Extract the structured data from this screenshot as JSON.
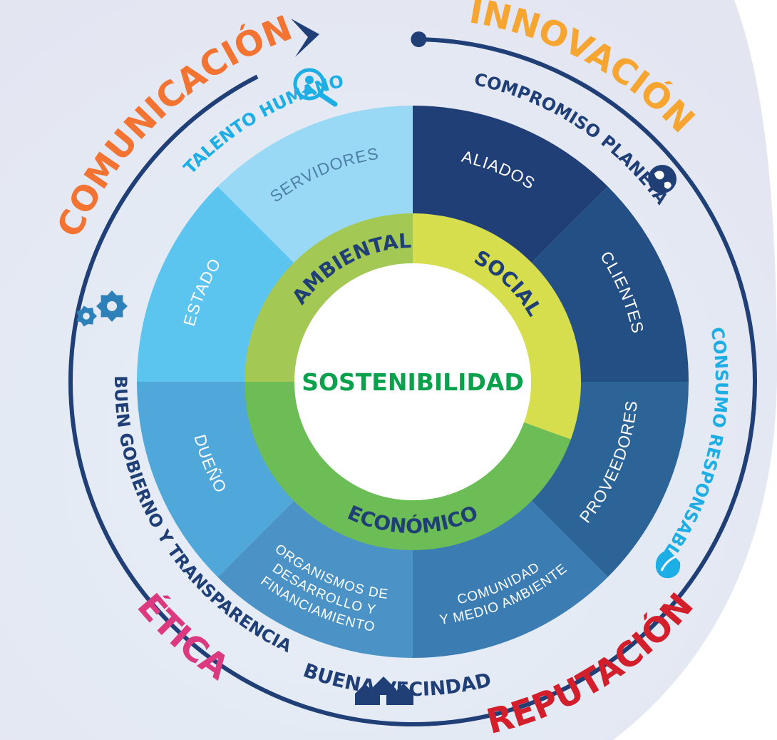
{
  "center": {
    "label": "SOSTENIBILIDAD"
  },
  "pillars": [
    {
      "id": "ambiental",
      "label": "AMBIENTAL",
      "color": "#a3c853"
    },
    {
      "id": "social",
      "label": "SOCIAL",
      "color": "#d6de4d"
    },
    {
      "id": "economico",
      "label": "ECONÓMICO",
      "color": "#6cbd55"
    }
  ],
  "stakeholders": [
    {
      "id": "servidores",
      "lines": [
        "SERVIDORES"
      ],
      "color": "#99d9f6",
      "text_color": "#4d7fa6"
    },
    {
      "id": "aliados",
      "lines": [
        "ALIADOS"
      ],
      "color": "#1f3f76",
      "text_color": "#ffffff"
    },
    {
      "id": "clientes",
      "lines": [
        "CLIENTES"
      ],
      "color": "#244f84",
      "text_color": "#ffffff"
    },
    {
      "id": "proveedores",
      "lines": [
        "PROVEEDORES"
      ],
      "color": "#2d6498",
      "text_color": "#ffffff"
    },
    {
      "id": "comunidad",
      "lines": [
        "COMUNIDAD",
        "Y MEDIO AMBIENTE"
      ],
      "color": "#3b7cb2",
      "text_color": "#ffffff"
    },
    {
      "id": "organismos",
      "lines": [
        "ORGANISMOS DE",
        "DESARROLLO Y",
        "FINANCIAMIENTO"
      ],
      "color": "#4b93c6",
      "text_color": "#ffffff"
    },
    {
      "id": "dueno",
      "lines": [
        "DUEÑO"
      ],
      "color": "#4fa7da",
      "text_color": "#ffffff"
    },
    {
      "id": "estado",
      "lines": [
        "ESTADO"
      ],
      "color": "#5bc4ef",
      "text_color": "#ffffff"
    }
  ],
  "commitments": [
    {
      "id": "compromiso-planeta",
      "label": "COMPROMISO PLANETA",
      "color": "#1f3f76",
      "icon": "globe-icon"
    },
    {
      "id": "consumo-responsable",
      "label": "CONSUMO RESPONSABLE",
      "color": "#1eaee6",
      "icon": "leaf-drop-icon"
    },
    {
      "id": "buena-vecindad",
      "label": "BUENA VECINDAD",
      "color": "#1f3f76",
      "icon": "houses-icon"
    },
    {
      "id": "buen-gobierno",
      "label": "BUEN GOBIERNO Y TRANSPARENCIA",
      "color": "#1f3f76",
      "icon": "gears-icon"
    },
    {
      "id": "talento-humano",
      "label": "TALENTO HUMANO",
      "color": "#1eaee6",
      "icon": "magnifier-person-icon"
    }
  ],
  "values": [
    {
      "id": "innovacion",
      "label": "INNOVACIÓN",
      "color": "#f6a531"
    },
    {
      "id": "reputacion",
      "label": "REPUTACIÓN",
      "color": "#d21f2b"
    },
    {
      "id": "etica",
      "label": "ÉTICA",
      "color": "#dc3a80"
    },
    {
      "id": "comunicacion",
      "label": "COMUNICACIÓN",
      "color": "#f37332"
    }
  ],
  "colors": {
    "background": "#eceef6",
    "flow_arrow": "#1f3f76",
    "center_text": "#0aa14d",
    "pillar_text": "#1f3f76"
  }
}
